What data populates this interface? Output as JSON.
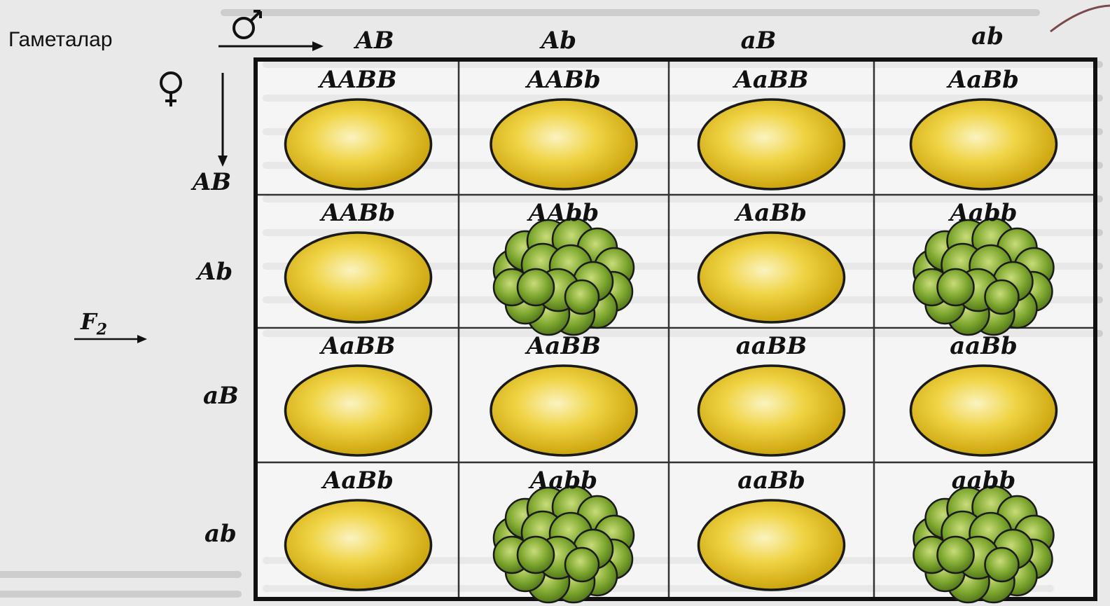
{
  "header": {
    "gametes_label": "Гаметалар",
    "male_symbol": "♂",
    "female_symbol": "♀",
    "f2_label": "F",
    "f2_sub": "2"
  },
  "male_gametes": [
    "AB",
    "Ab",
    "aB",
    "ab"
  ],
  "female_gametes": [
    "AB",
    "Ab",
    "aB",
    "ab"
  ],
  "cells": [
    [
      {
        "genotype": "AABB",
        "phenotype": "yellow-smooth"
      },
      {
        "genotype": "AABb",
        "phenotype": "yellow-smooth"
      },
      {
        "genotype": "AaBB",
        "phenotype": "yellow-smooth"
      },
      {
        "genotype": "AaBb",
        "phenotype": "yellow-smooth"
      }
    ],
    [
      {
        "genotype": "AABb",
        "phenotype": "yellow-smooth"
      },
      {
        "genotype": "AAbb",
        "phenotype": "green-wrinkled"
      },
      {
        "genotype": "AaBb",
        "phenotype": "yellow-smooth"
      },
      {
        "genotype": "Aabb",
        "phenotype": "green-wrinkled"
      }
    ],
    [
      {
        "genotype": "AaBB",
        "phenotype": "yellow-smooth"
      },
      {
        "genotype": "AaBB",
        "phenotype": "yellow-smooth"
      },
      {
        "genotype": "aaBB",
        "phenotype": "yellow-smooth"
      },
      {
        "genotype": "aaBb",
        "phenotype": "yellow-smooth"
      }
    ],
    [
      {
        "genotype": "AaBb",
        "phenotype": "yellow-smooth"
      },
      {
        "genotype": "Aabb",
        "phenotype": "green-wrinkled"
      },
      {
        "genotype": "aaBb",
        "phenotype": "yellow-smooth"
      },
      {
        "genotype": "aabb",
        "phenotype": "green-wrinkled"
      }
    ]
  ],
  "colors": {
    "yellow_fill": "#e8c41c",
    "yellow_highlight": "#fbf3c0",
    "green_fill": "#6e9a24",
    "green_highlight": "#c9dc7a",
    "outline": "#1a1a1a"
  },
  "icons": {
    "male": "mars-symbol-icon",
    "female": "venus-symbol-icon",
    "arrow_right": "arrow-right-icon",
    "arrow_down": "arrow-down-icon"
  }
}
